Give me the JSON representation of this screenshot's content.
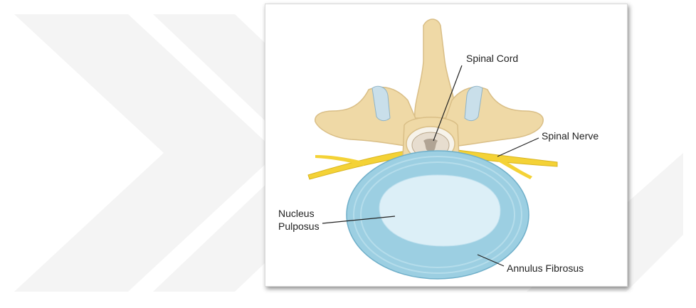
{
  "labels": {
    "spinal_cord": "Spinal Cord",
    "spinal_nerve": "Spinal Nerve",
    "nucleus_line1": "Nucleus",
    "nucleus_line2": "Pulposus",
    "annulus": "Annulus Fibrosus"
  },
  "colors": {
    "bone": "#EFD9A6",
    "bone_shade": "#D9BE86",
    "nerve": "#F4D236",
    "disc_outer": "#9CCFE2",
    "disc_inner": "#DCEFF7",
    "cord": "#E7DDCF",
    "watermark": "#F3F3F3"
  }
}
